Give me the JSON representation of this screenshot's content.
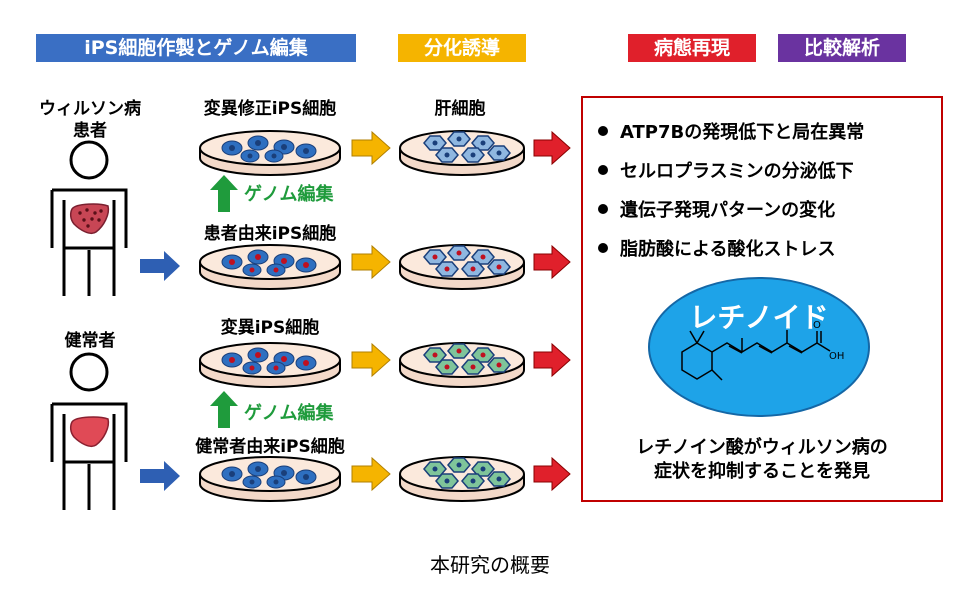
{
  "headers": {
    "ips_genome": "iPS細胞作製とゲノム編集",
    "differentiation": "分化誘導",
    "disease_reproduction": "病態再現",
    "comparative_analysis": "比較解析"
  },
  "colors": {
    "header_blue": "#3a6fc4",
    "header_yellow": "#f5b400",
    "header_red": "#e0202b",
    "header_purple": "#6a33a0",
    "arrow_blue": "#2e5fb3",
    "arrow_yellow": "#f5b400",
    "arrow_red": "#e0202b",
    "edit_green": "#1f9b3c",
    "box_red": "#c00000",
    "ellipse_blue": "#1ea3e8"
  },
  "people": {
    "patient_label_line1": "ウィルソン病",
    "patient_label_line2": "患者",
    "healthy_label": "健常者"
  },
  "dish_labels": {
    "mutant_corrected": "変異修正iPS細胞",
    "hepatocyte": "肝細胞",
    "patient_derived": "患者由来iPS細胞",
    "mutant": "変異iPS細胞",
    "healthy_derived": "健常者由来iPS細胞"
  },
  "genome_edit_label": "ゲノム編集",
  "findings": [
    "ATP7Bの発現低下と局在異常",
    "セルロプラスミンの分泌低下",
    "遺伝子発現パターンの変化",
    "脂肪酸による酸化ストレス"
  ],
  "retinoid": {
    "label": "レチノイド",
    "oh_label": "OH",
    "o_label": "O"
  },
  "conclusion": {
    "line1": "レチノイン酸がウィルソン病の",
    "line2": "症状を抑制することを発見"
  },
  "caption": "本研究の概要"
}
